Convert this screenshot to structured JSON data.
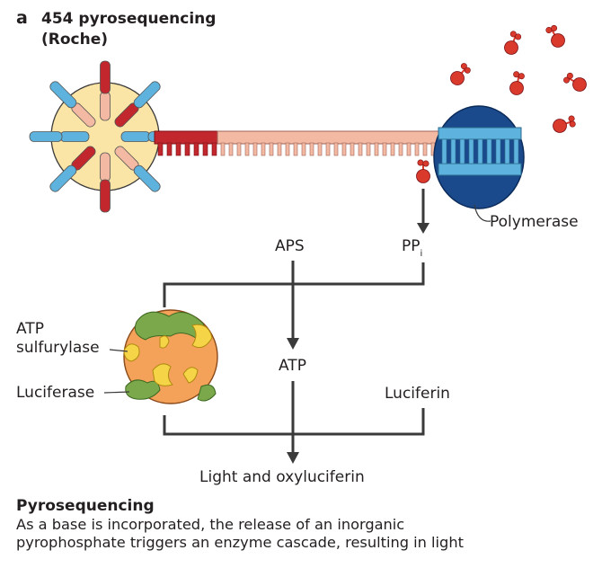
{
  "panel": {
    "letter": "a",
    "title_line1": "454 pyrosequencing",
    "title_line2": "(Roche)"
  },
  "labels": {
    "polymerase": "Polymerase",
    "aps": "APS",
    "ppi_main": "PP",
    "ppi_sub": "i",
    "atp_sulfurylase_1": "ATP",
    "atp_sulfurylase_2": "sulfurylase",
    "luciferase": "Luciferase",
    "atp": "ATP",
    "luciferin": "Luciferin",
    "light": "Light and oxyluciferin"
  },
  "caption": {
    "title": "Pyrosequencing",
    "line1": "As a base is incorporated, the release of an inorganic",
    "line2": "pyrophosphate triggers an enzyme cascade, resulting in light"
  },
  "colors": {
    "dark_red": "#c1272d",
    "pink": "#f4b9a2",
    "blue": "#5db3dd",
    "bead": "#fbe5a6",
    "polymerase": "#1a4a8c",
    "nucleotide": "#d93a2b",
    "enzyme_orange": "#f4a259",
    "enzyme_green": "#7aa84a",
    "enzyme_yellow": "#f5d547",
    "line": "#3a3a3a"
  }
}
